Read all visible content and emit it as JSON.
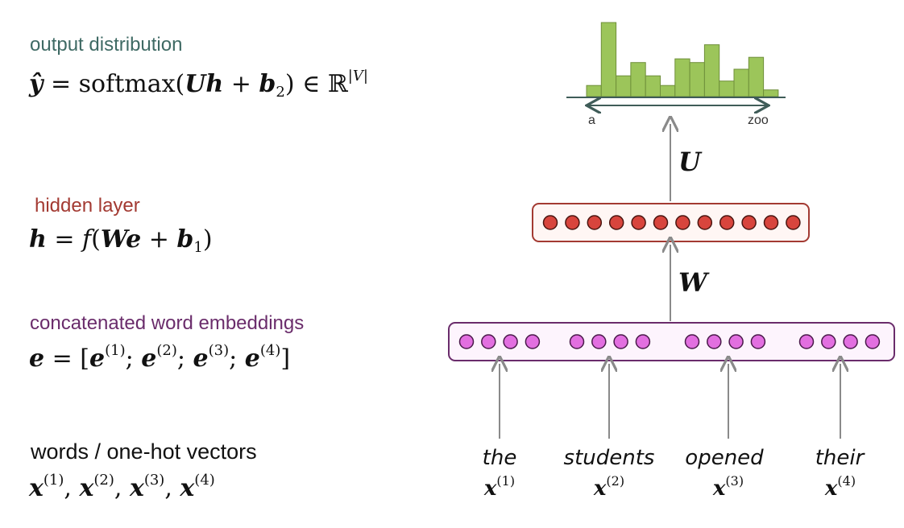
{
  "sections": {
    "output": {
      "label": "output distribution",
      "equation": "ŷ = softmax(Uh + b2) ∈ ℝ|V|",
      "color": "#3f6a64"
    },
    "hidden": {
      "label": "hidden layer",
      "equation": "h = f(We + b1)",
      "color": "#a33a32"
    },
    "embeddings": {
      "label": "concatenated word embeddings",
      "equation": "e = [e(1); e(2); e(3); e(4)]",
      "color": "#6a2c6b"
    },
    "words": {
      "label": "words / one-hot vectors",
      "equation": "x(1), x(2), x(3), x(4)",
      "color": "#111111"
    }
  },
  "diagram": {
    "matrix_U": "U",
    "matrix_W": "W",
    "axis_start": "a",
    "axis_end": "zoo",
    "histogram_values": [
      0.15,
      1.0,
      0.28,
      0.46,
      0.28,
      0.15,
      0.51,
      0.46,
      0.7,
      0.21,
      0.37,
      0.53,
      0.09
    ],
    "hidden_units": 12,
    "embedding_groups": 4,
    "units_per_group": 4,
    "colors": {
      "bar": "#9cc55a",
      "bar_stroke": "#6f8f3a",
      "hidden_node": "#d8453d",
      "hidden_box": "#a33a32",
      "embed_node": "#e26fe0",
      "embed_box": "#6a2c6b",
      "arrow": "#8a8a8a",
      "axis": "#3f5c58"
    },
    "tokens": [
      {
        "word": "the",
        "x": "x",
        "idx": "(1)"
      },
      {
        "word": "students",
        "x": "x",
        "idx": "(2)"
      },
      {
        "word": "opened",
        "x": "x",
        "idx": "(3)"
      },
      {
        "word": "their",
        "x": "x",
        "idx": "(4)"
      }
    ]
  }
}
